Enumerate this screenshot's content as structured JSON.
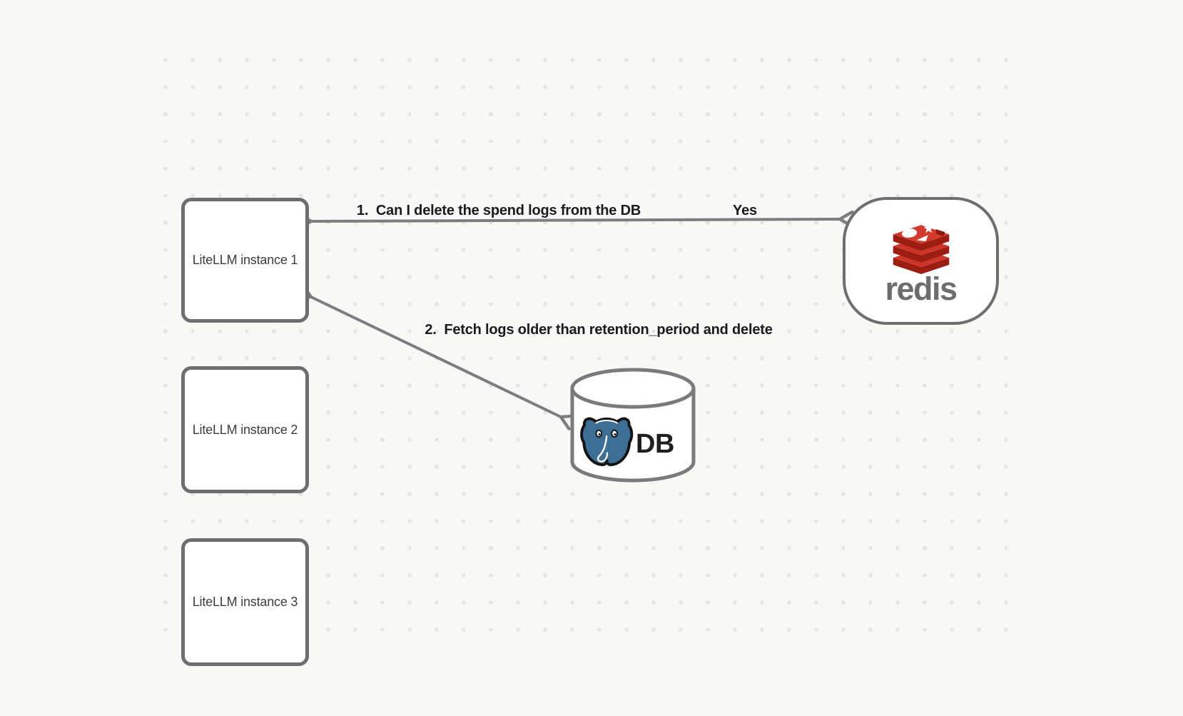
{
  "diagram": {
    "nodes": {
      "litellm_instances": [
        {
          "label": "LiteLLM instance 1"
        },
        {
          "label": "LiteLLM instance 2"
        },
        {
          "label": "LiteLLM instance 3"
        }
      ],
      "redis": {
        "wordmark": "redis",
        "icon": "redis-cube-stack-icon",
        "shape": "rounded-rectangle"
      },
      "db": {
        "label": "DB",
        "icon": "postgresql-elephant-icon",
        "shape": "cylinder"
      }
    },
    "edges": [
      {
        "label": "1.  Can I delete the spend logs from the DB",
        "response": "Yes",
        "from": "LiteLLM instance 1",
        "to": "redis",
        "arrows": "both"
      },
      {
        "label": "2.  Fetch logs older than retention_period and delete",
        "from": "LiteLLM instance 1",
        "to": "DB",
        "arrows": "both"
      }
    ],
    "colors": {
      "canvas_background": "#f8f8f7",
      "grid_dot": "#e6e5e3",
      "node_border": "#6e6e6e",
      "node_fill": "#ffffff",
      "arrow": "#7d7d7d",
      "edge_label_text": "#1b1b1b",
      "node_label_text": "#3c3c3c",
      "redis_red": "#cd3529",
      "redis_dark_red": "#9c1d12",
      "redis_wordmark_gray": "#6d6d6d",
      "postgres_blue": "#3d6e93",
      "db_text": "#1f1f1f"
    }
  }
}
